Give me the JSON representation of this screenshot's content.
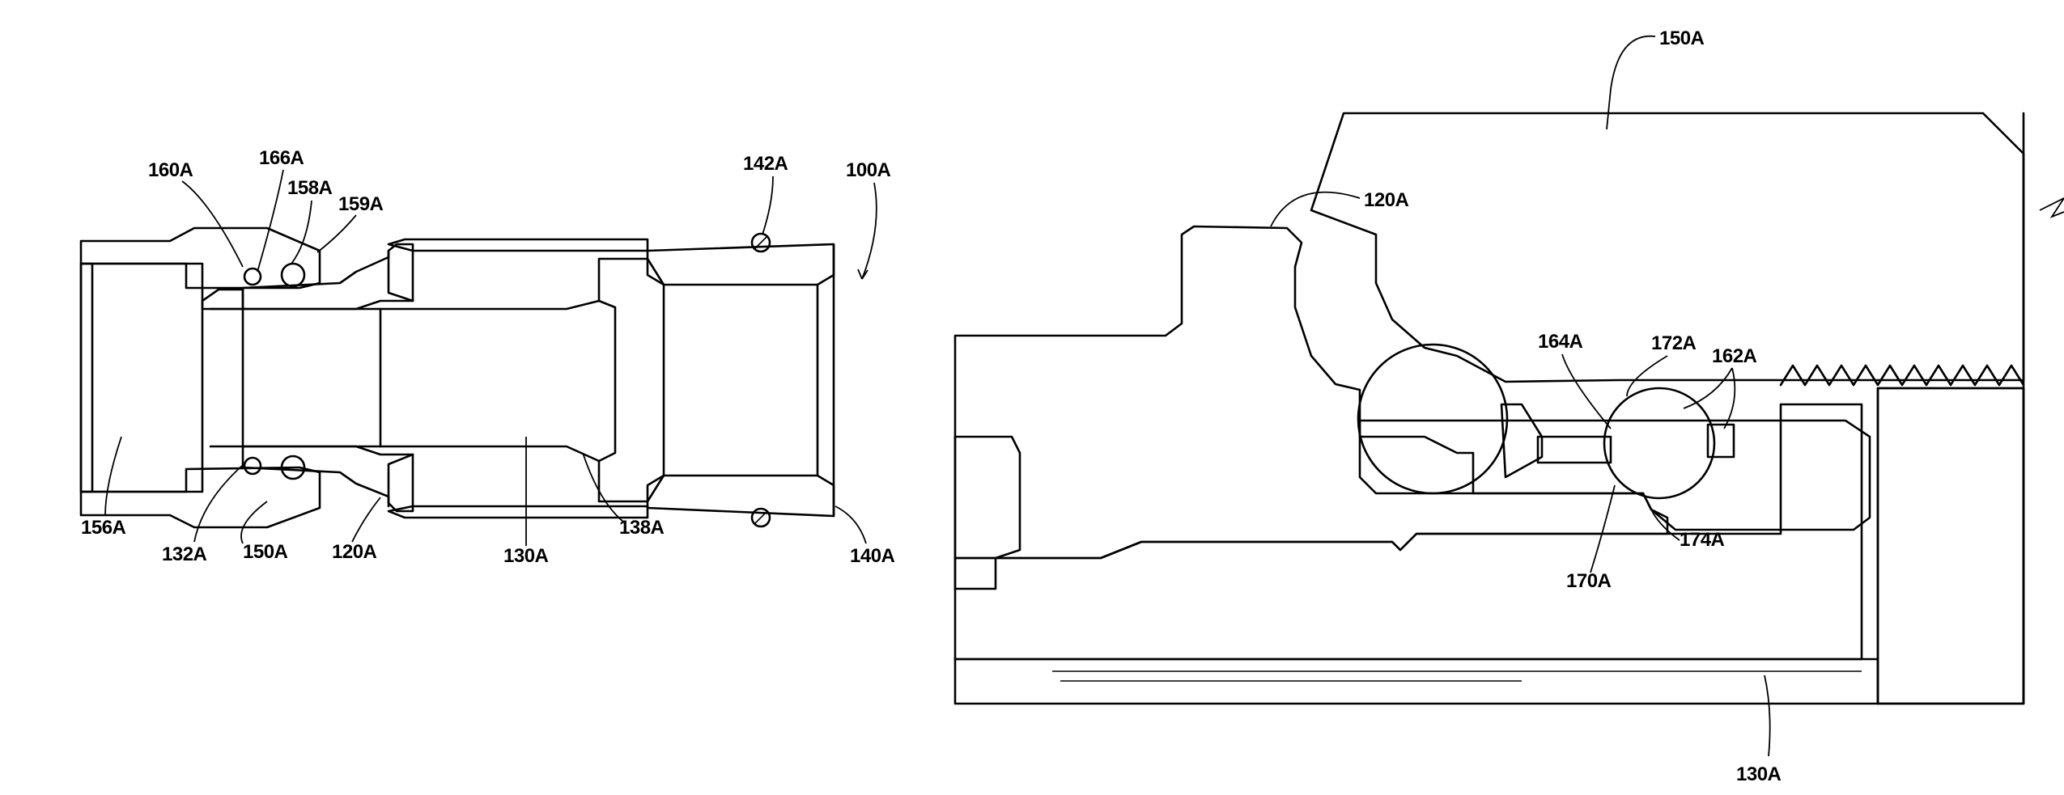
{
  "figure_left": {
    "labels": {
      "l160A": "160A",
      "l166A": "166A",
      "l158A": "158A",
      "l159A": "159A",
      "l142A": "142A",
      "l100A": "100A",
      "l156A": "156A",
      "l132A": "132A",
      "l150A": "150A",
      "l120A": "120A",
      "l130A": "130A",
      "l138A": "138A",
      "l140A": "140A"
    }
  },
  "figure_right": {
    "labels": {
      "l150A": "150A",
      "l120A": "120A",
      "l164A": "164A",
      "l172A": "172A",
      "l162A": "162A",
      "l170A": "170A",
      "l174A": "174A",
      "l130A": "130A"
    }
  }
}
